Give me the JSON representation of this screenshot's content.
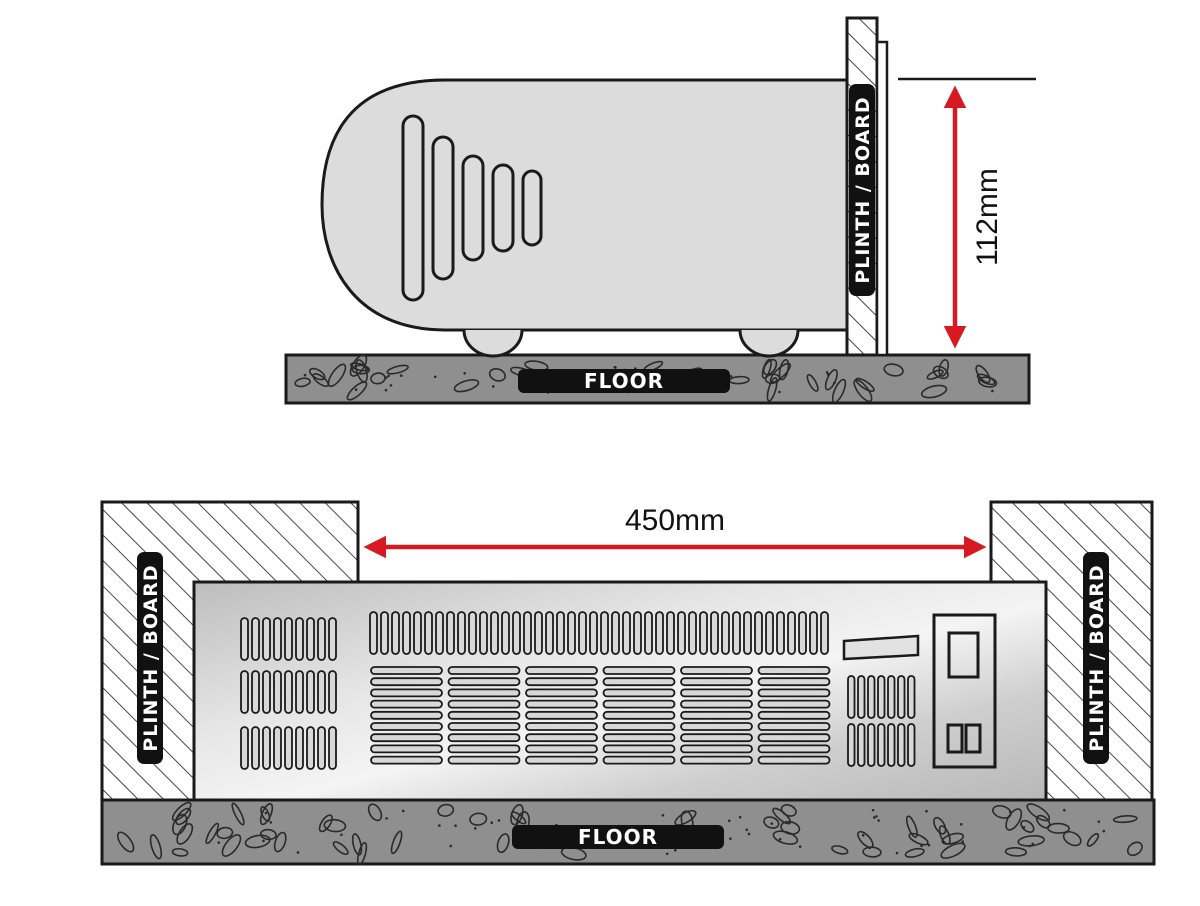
{
  "colors": {
    "outline": "#1a1a1a",
    "floor_fill": "#8f8f8f",
    "heater_fill": "#dcdcdc",
    "dimension_arrow": "#d71a21",
    "label_bg": "#111111",
    "label_text": "#ffffff"
  },
  "side_view": {
    "floor_label": "FLOOR",
    "plinth_label": "PLINTH / BOARD",
    "height_dimension": "112mm"
  },
  "front_view": {
    "floor_label": "FLOOR",
    "plinth_left_label": "PLINTH / BOARD",
    "plinth_right_label": "PLINTH / BOARD",
    "width_dimension": "450mm"
  }
}
